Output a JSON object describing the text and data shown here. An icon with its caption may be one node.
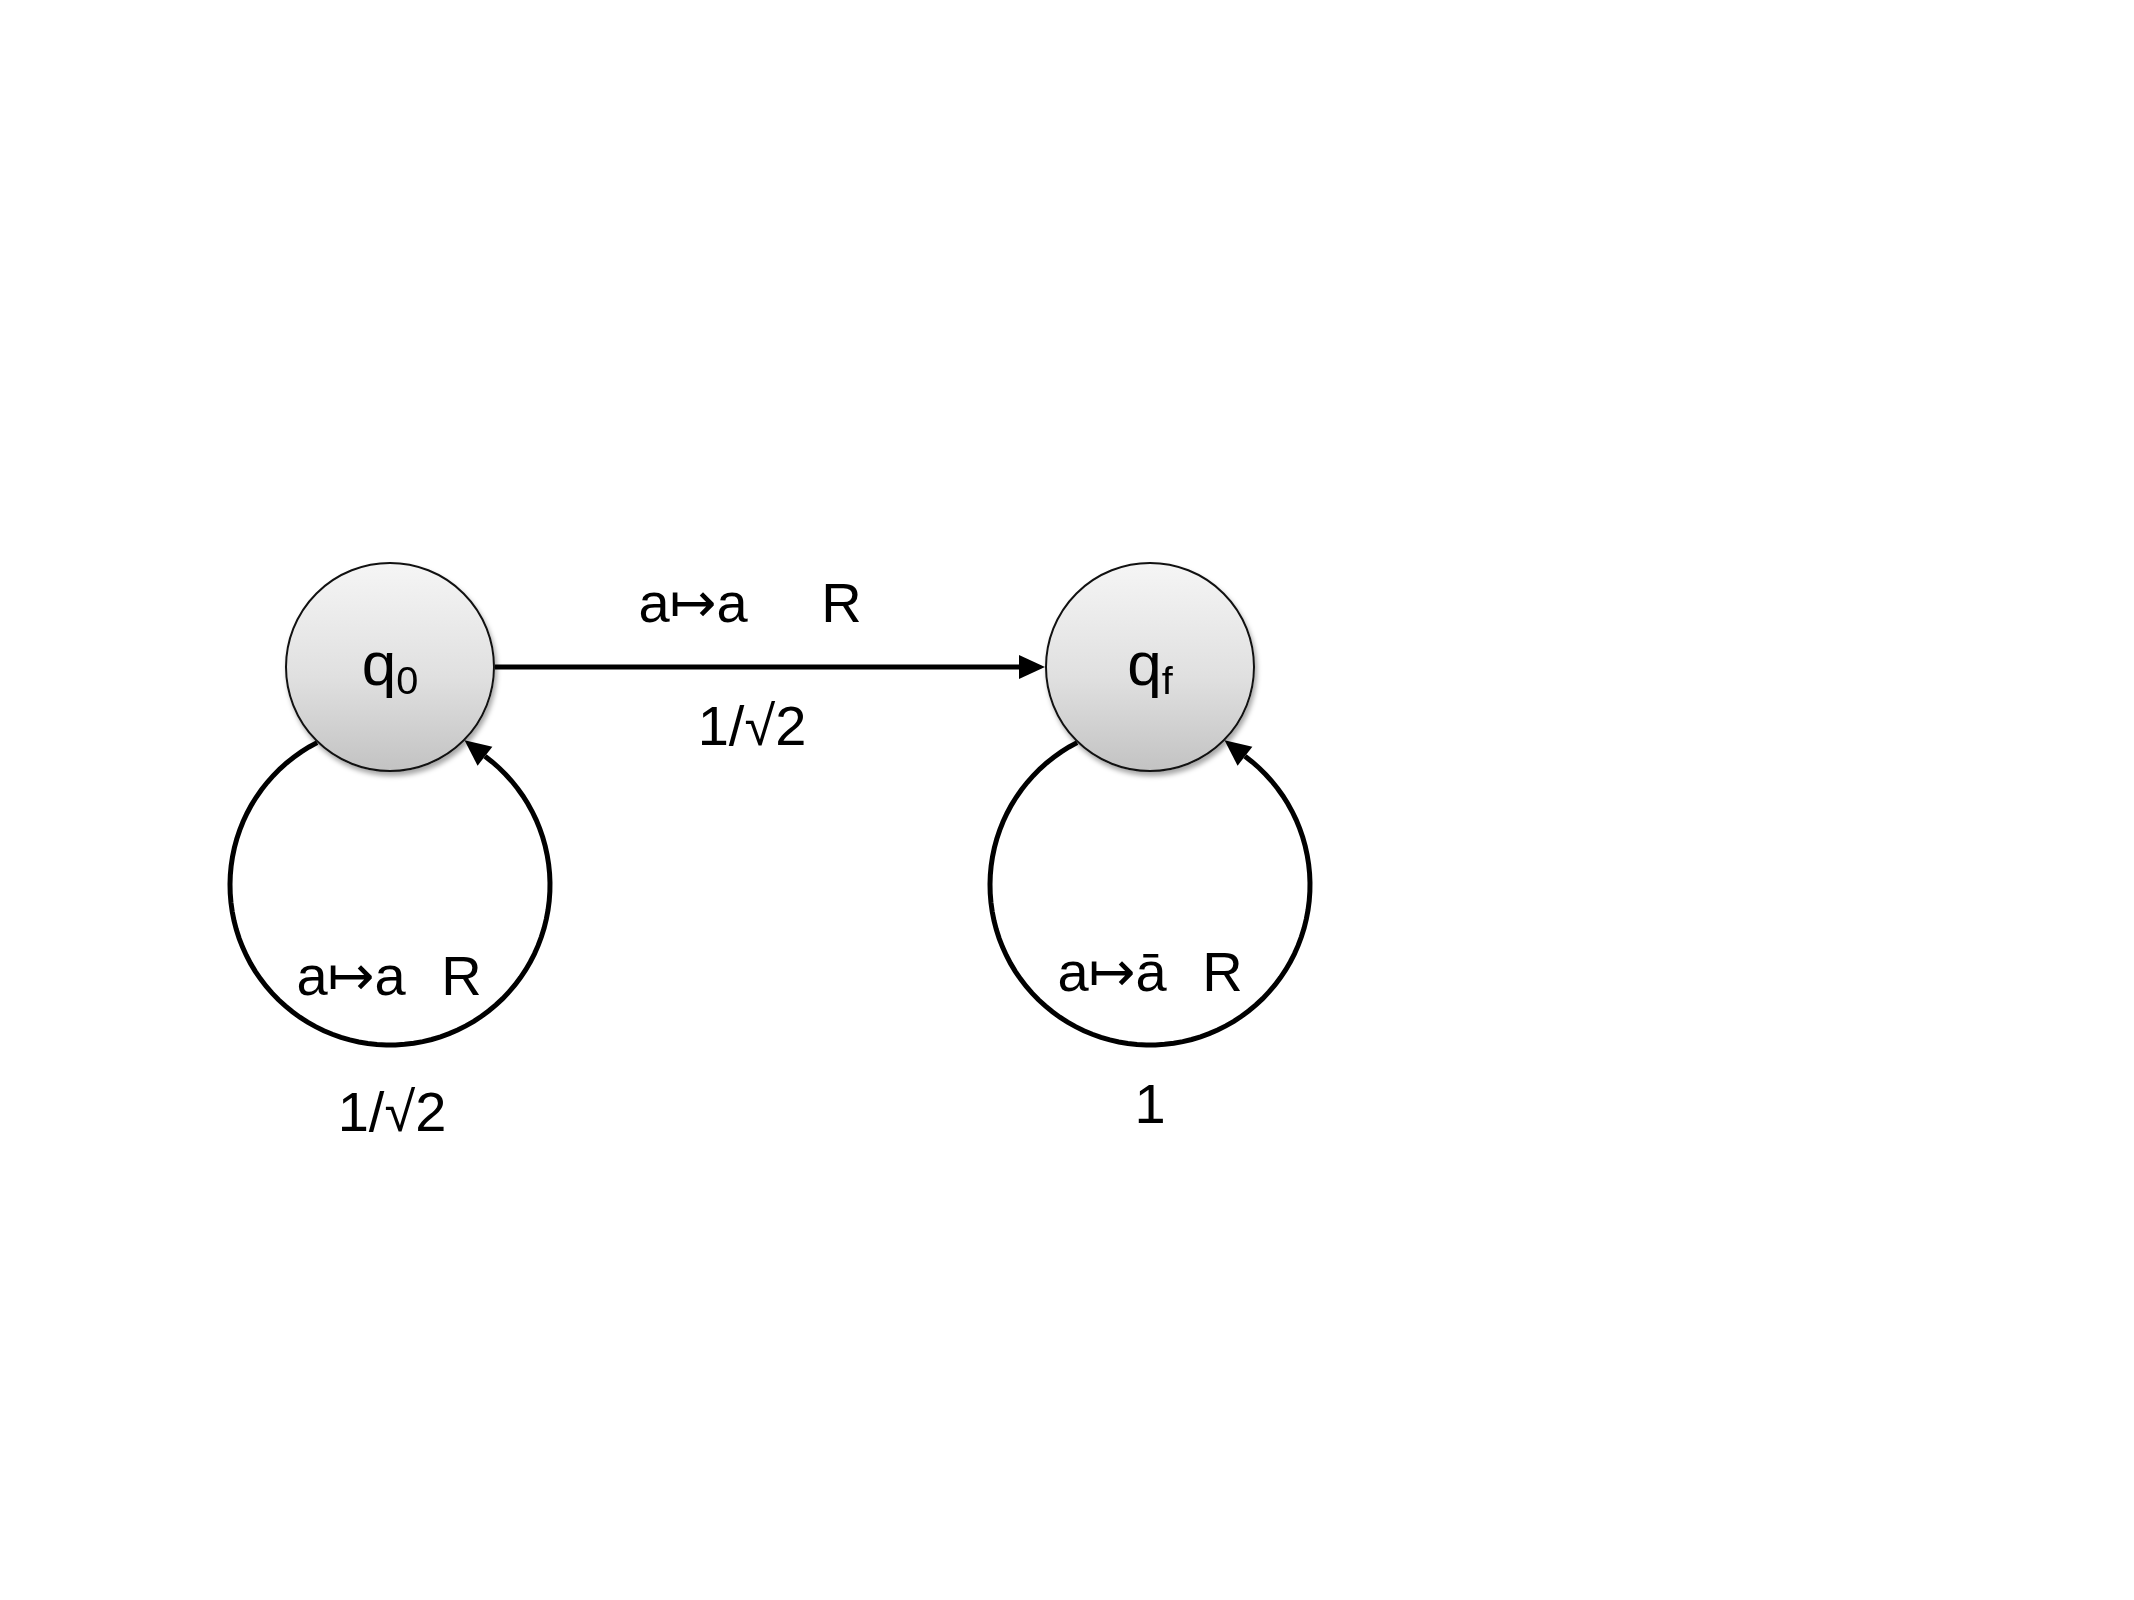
{
  "diagram": {
    "nodes": [
      {
        "text": [
          "q$_{0}$"
        ]
      },
      {
        "text": [
          "q$_{f}$"
        ]
      }
    ],
    "edges": [
      {
        "from": 0,
        "to": 1,
        "arrow": "to",
        "label": "a↦a R"
      },
      {
        "from": 0,
        "to": 0,
        "arrow": "to",
        "label": "a↦a R"
      },
      {
        "from": 1,
        "to": 1,
        "arrow": "to",
        "label": "a↦ā R"
      }
    ],
    "labels": [
      "1/√2",
      "1/√2",
      "1"
    ]
  }
}
